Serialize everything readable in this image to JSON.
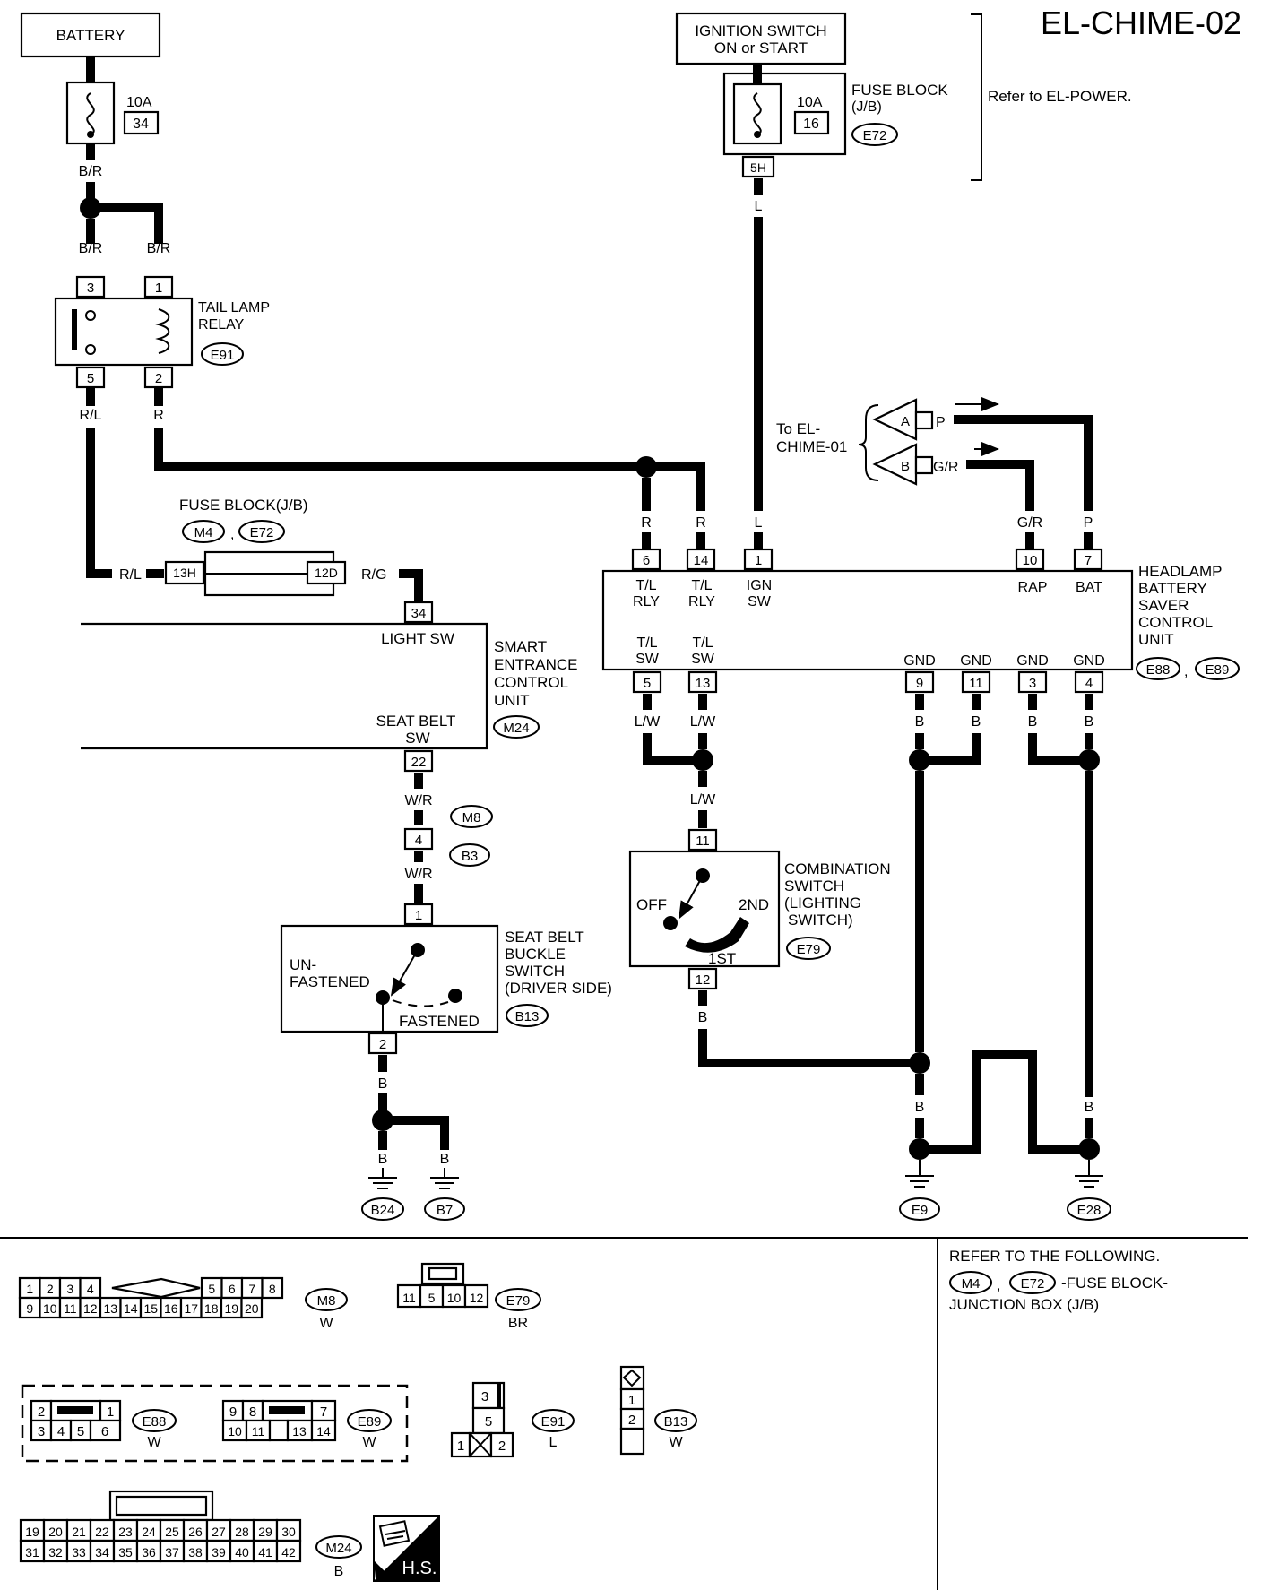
{
  "diagram": {
    "code": "EL-CHIME-02",
    "refer_power": "Refer to EL-POWER.",
    "battery": "BATTERY",
    "fuse10a": "10A",
    "fuse34": "34",
    "fuse16": "16",
    "fuse_block_1": "FUSE BLOCK",
    "fuse_block_2": "(J/B)",
    "ign_1": "IGNITION SWITCH",
    "ign_2": "ON or START",
    "tail_relay_1": "TAIL LAMP",
    "tail_relay_2": "RELAY",
    "fuse_block_jb": "FUSE BLOCK(J/B)",
    "to_chime_1": "To EL-",
    "to_chime_2": "CHIME-01",
    "arrow_a": "A",
    "arrow_b": "B",
    "sec_1": "SMART",
    "sec_2": "ENTRANCE",
    "sec_3": "CONTROL",
    "sec_4": "UNIT",
    "light_sw": "LIGHT SW",
    "seat_belt": "SEAT BELT",
    "sw": "SW",
    "hl_1": "HEADLAMP",
    "hl_2": "BATTERY",
    "hl_3": "SAVER",
    "hl_4": "CONTROL",
    "hl_5": "UNIT",
    "tl": "T/L",
    "rly": "RLY",
    "ign": "IGN",
    "rap": "RAP",
    "bat": "BAT",
    "gnd": "GND",
    "comb_1": "COMBINATION",
    "comb_2": "SWITCH",
    "comb_3": "(LIGHTING",
    "comb_4": "SWITCH)",
    "off": "OFF",
    "second": "2ND",
    "first": "1ST",
    "sb_1": "SEAT BELT",
    "sb_2": "BUCKLE",
    "sb_3": "SWITCH",
    "sb_4": "(DRIVER SIDE)",
    "unfastened_1": "UN-",
    "unfastened_2": "FASTENED",
    "fastened": "FASTENED",
    "refer_following": "REFER TO THE FOLLOWING.",
    "fuse_block_dash": "-FUSE BLOCK-",
    "junction_box": "JUNCTION BOX (J/B)",
    "hs": "H.S.",
    "colors": {
      "BR": "B/R",
      "RL": "R/L",
      "R": "R",
      "L": "L",
      "P": "P",
      "GR": "G/R",
      "RG": "R/G",
      "LW": "L/W",
      "B": "B",
      "WR": "W/R"
    },
    "conn": {
      "E72": "E72",
      "E91": "E91",
      "M4": "M4",
      "M24": "M24",
      "E88": "E88",
      "E89": "E89",
      "M8": "M8",
      "B3": "B3",
      "E79": "E79",
      "B13": "B13",
      "B24": "B24",
      "B7": "B7",
      "E9": "E9",
      "E28": "E28"
    },
    "pins": {
      "p5H": "5H",
      "p13H": "13H",
      "p12D": "12D",
      "p34": "34",
      "p22": "22",
      "p1": "1",
      "p2": "2",
      "p3": "3",
      "p4": "4",
      "p5": "5",
      "p6": "6",
      "p7": "7",
      "p9": "9",
      "p10": "10",
      "p11": "11",
      "p12": "12",
      "p13": "13",
      "p14": "14"
    },
    "connector_colors": {
      "M8": "W",
      "E79": "BR",
      "E88": "W",
      "E89": "W",
      "E91": "L",
      "B13": "W",
      "M24": "B"
    },
    "m8_top_left": [
      "1",
      "2",
      "3",
      "4"
    ],
    "m8_top_right": [
      "5",
      "6",
      "7",
      "8"
    ],
    "m8_bottom": [
      "9",
      "10",
      "11",
      "12",
      "13",
      "14",
      "15",
      "16",
      "17",
      "18",
      "19",
      "20"
    ],
    "e79_pins": [
      "11",
      "5",
      "10",
      "12"
    ],
    "m24_top": [
      "19",
      "20",
      "21",
      "22",
      "23",
      "24",
      "25",
      "26",
      "27",
      "28",
      "29",
      "30"
    ],
    "m24_bottom": [
      "31",
      "32",
      "33",
      "34",
      "35",
      "36",
      "37",
      "38",
      "39",
      "40",
      "41",
      "42"
    ]
  }
}
